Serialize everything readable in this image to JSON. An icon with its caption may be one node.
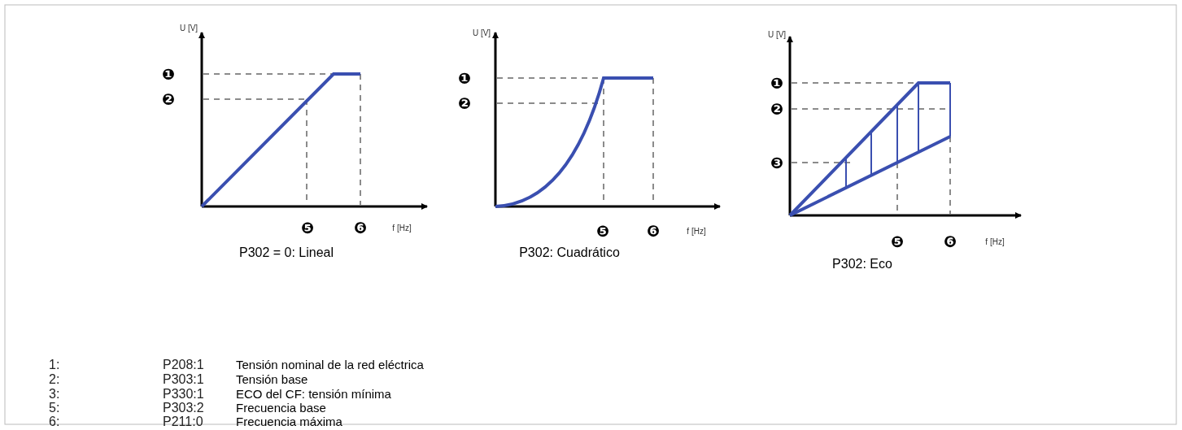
{
  "diagram": {
    "labels": [
      "U [V]",
      "❶",
      "❷",
      "❺",
      "❻",
      "f [Hz]",
      "U [V]",
      "❶",
      "❷",
      "❺",
      "❻",
      "f [Hz]",
      "U [V]",
      "❶",
      "❷",
      "❸",
      "❺",
      "❻",
      "f [Hz]",
      "P302 = 0: Lineal",
      "P302: Cuadrático",
      "P302: Eco",
      "1:",
      "P208:1",
      "Tensión nominal de la red eléctrica",
      "2:",
      "P303:1",
      "Tensión base",
      "3:",
      "P330:1",
      "ECO del CF: tensión mínima",
      "5:",
      "P303:2",
      "Frecuencia base",
      "6:",
      "P211:0",
      "Frecuencia máxima"
    ]
  }
}
